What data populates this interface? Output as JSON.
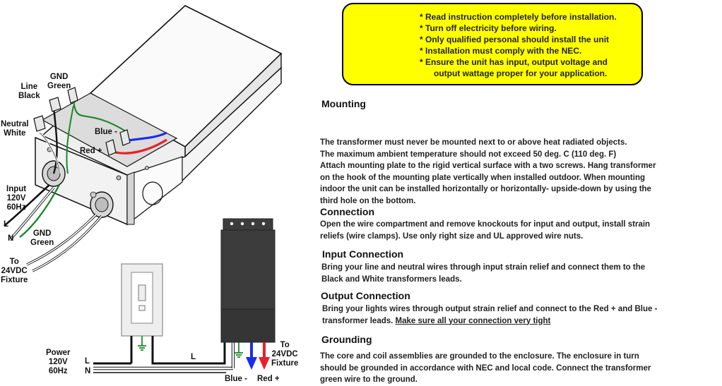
{
  "warning": {
    "lines": [
      "* Read instruction completely before installation.",
      "* Turn off electricity before wiring.",
      "* Only qualified personal should install the unit",
      "* Installation must comply with the NEC.",
      "* Ensure the unit has input, output voltage and",
      "output wattage proper for your application."
    ]
  },
  "labels": {
    "gnd_green_top": [
      "GND",
      "Green"
    ],
    "line_black": [
      "Line",
      "Black"
    ],
    "neutral_white": [
      "Neutral",
      "White"
    ],
    "blue_minus": "Blue -",
    "red_plus": "Red +",
    "input_power": [
      "Input",
      "120V",
      "60Hz"
    ],
    "l": "L",
    "n": "N",
    "gnd_green_bottom": [
      "GND",
      "Green"
    ],
    "to_fixture_left": [
      "To",
      "24VDC",
      "Fixture"
    ],
    "power": [
      "Power",
      "120V",
      "60Hz"
    ],
    "l_bottom": "L",
    "n_bottom": "N",
    "l_wire": "L",
    "blue_minus_bottom": "Blue -",
    "red_plus_bottom": "Red +",
    "to_fixture_right": [
      "To",
      "24VDC",
      "Fixture"
    ]
  },
  "sections": {
    "mounting_title": "Mounting",
    "mounting_lines": [
      "The transformer must never be mounted next to or above heat radiated objects.",
      "The maximum ambient temperature should not exceed 50 deg. C (110 deg. F)",
      "Attach mounting plate to the rigid vertical surface with a two screws. Hang transformer",
      "on the hook of the mounting plate vertically when installed outdoor. When mounting",
      "indoor the unit can be installed horizontally or horizontally- upside-down by using the",
      "third hole on the bottom."
    ],
    "connection_title": "Connection",
    "connection_lines": [
      "Open the wire compartment and remove knockouts for input and output,  install strain",
      "reliefs (wire clamps). Use only right size and UL approved wire nuts."
    ],
    "input_title": "Input Connection",
    "input_lines": [
      "Bring your line and neutral wires through input strain relief and connect them to the",
      "Black  and  White transformers leads."
    ],
    "output_title": "Output Connection",
    "output_line1": "Bring your lights wires through output strain relief and connect  to the Red +  and Blue -",
    "output_line2_plain": "transformer leads. ",
    "output_line2_underlined": "Make sure all your connection very tight",
    "grounding_title": "Grounding",
    "grounding_lines": [
      "The core and coil assemblies are grounded to the enclosure. The enclosure in turn",
      "should be grounded in accordance with NEC and local code. Connect the transformer",
      "green wire to the ground."
    ]
  },
  "colors": {
    "warning_bg": "#ffff00",
    "warning_triangle": "#e8202a",
    "wire_red": "#e8202a",
    "wire_blue": "#1a2cf0",
    "wire_green": "#1b8a2a",
    "transformer_body": "#3c3c3c"
  }
}
